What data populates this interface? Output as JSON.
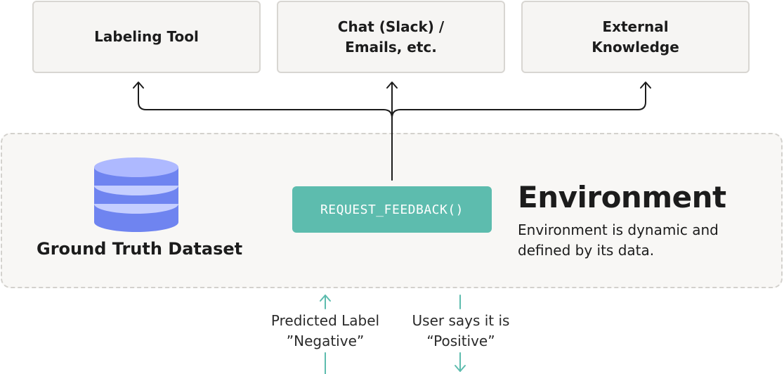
{
  "tools": [
    {
      "label": "Labeling Tool"
    },
    {
      "label": "Chat (Slack) /\nEmails, etc."
    },
    {
      "label": "External\nKnowledge"
    }
  ],
  "environment": {
    "title": "Environment",
    "description": "Environment is dynamic and defined by its data."
  },
  "dataset": {
    "title": "Ground Truth Dataset",
    "icon": "database-icon",
    "color": "#6f84f0"
  },
  "action": {
    "label": "REQUEST_FEEDBACK()",
    "color": "#5dbcae"
  },
  "flow": {
    "input_label": "Predicted Label\n”Negative”",
    "output_label": "User says it is\n“Positive”"
  },
  "colors": {
    "arrow": "#1c1c1c",
    "io_arrow": "#5dbcae",
    "box_bg": "#f6f5f3",
    "box_border": "#d8d6d2"
  }
}
